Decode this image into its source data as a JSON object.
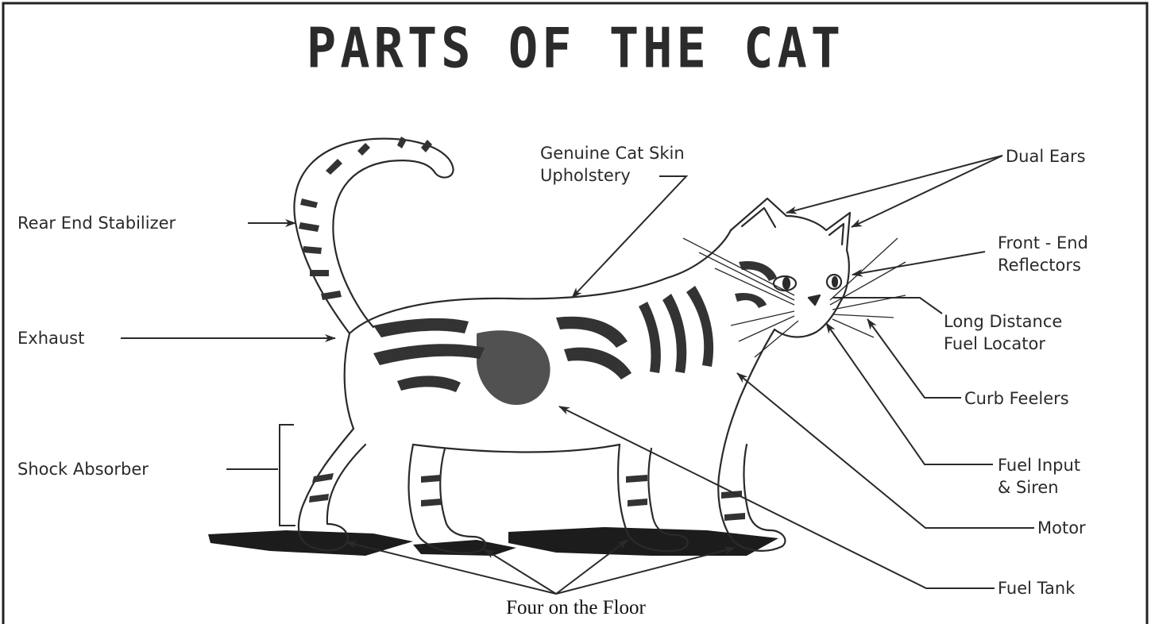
{
  "title": "PARTS OF THE CAT",
  "caption": "Four on the Floor",
  "colors": {
    "ink": "#2a2a2a",
    "background": "#ffffff",
    "border": "#222222"
  },
  "labels": {
    "rear_end_stabilizer": "Rear End Stabilizer",
    "exhaust": "Exhaust",
    "shock_absorber": "Shock Absorber",
    "cat_skin_line1": "Genuine Cat Skin",
    "cat_skin_line2": "Upholstery",
    "dual_ears": "Dual Ears",
    "front_end_line1": "Front - End",
    "front_end_line2": "Reflectors",
    "long_distance_line1": "Long Distance",
    "long_distance_line2": "Fuel Locator",
    "curb_feelers": "Curb Feelers",
    "fuel_input_line1": "Fuel Input",
    "fuel_input_line2": "& Siren",
    "motor": "Motor",
    "fuel_tank": "Fuel Tank"
  }
}
